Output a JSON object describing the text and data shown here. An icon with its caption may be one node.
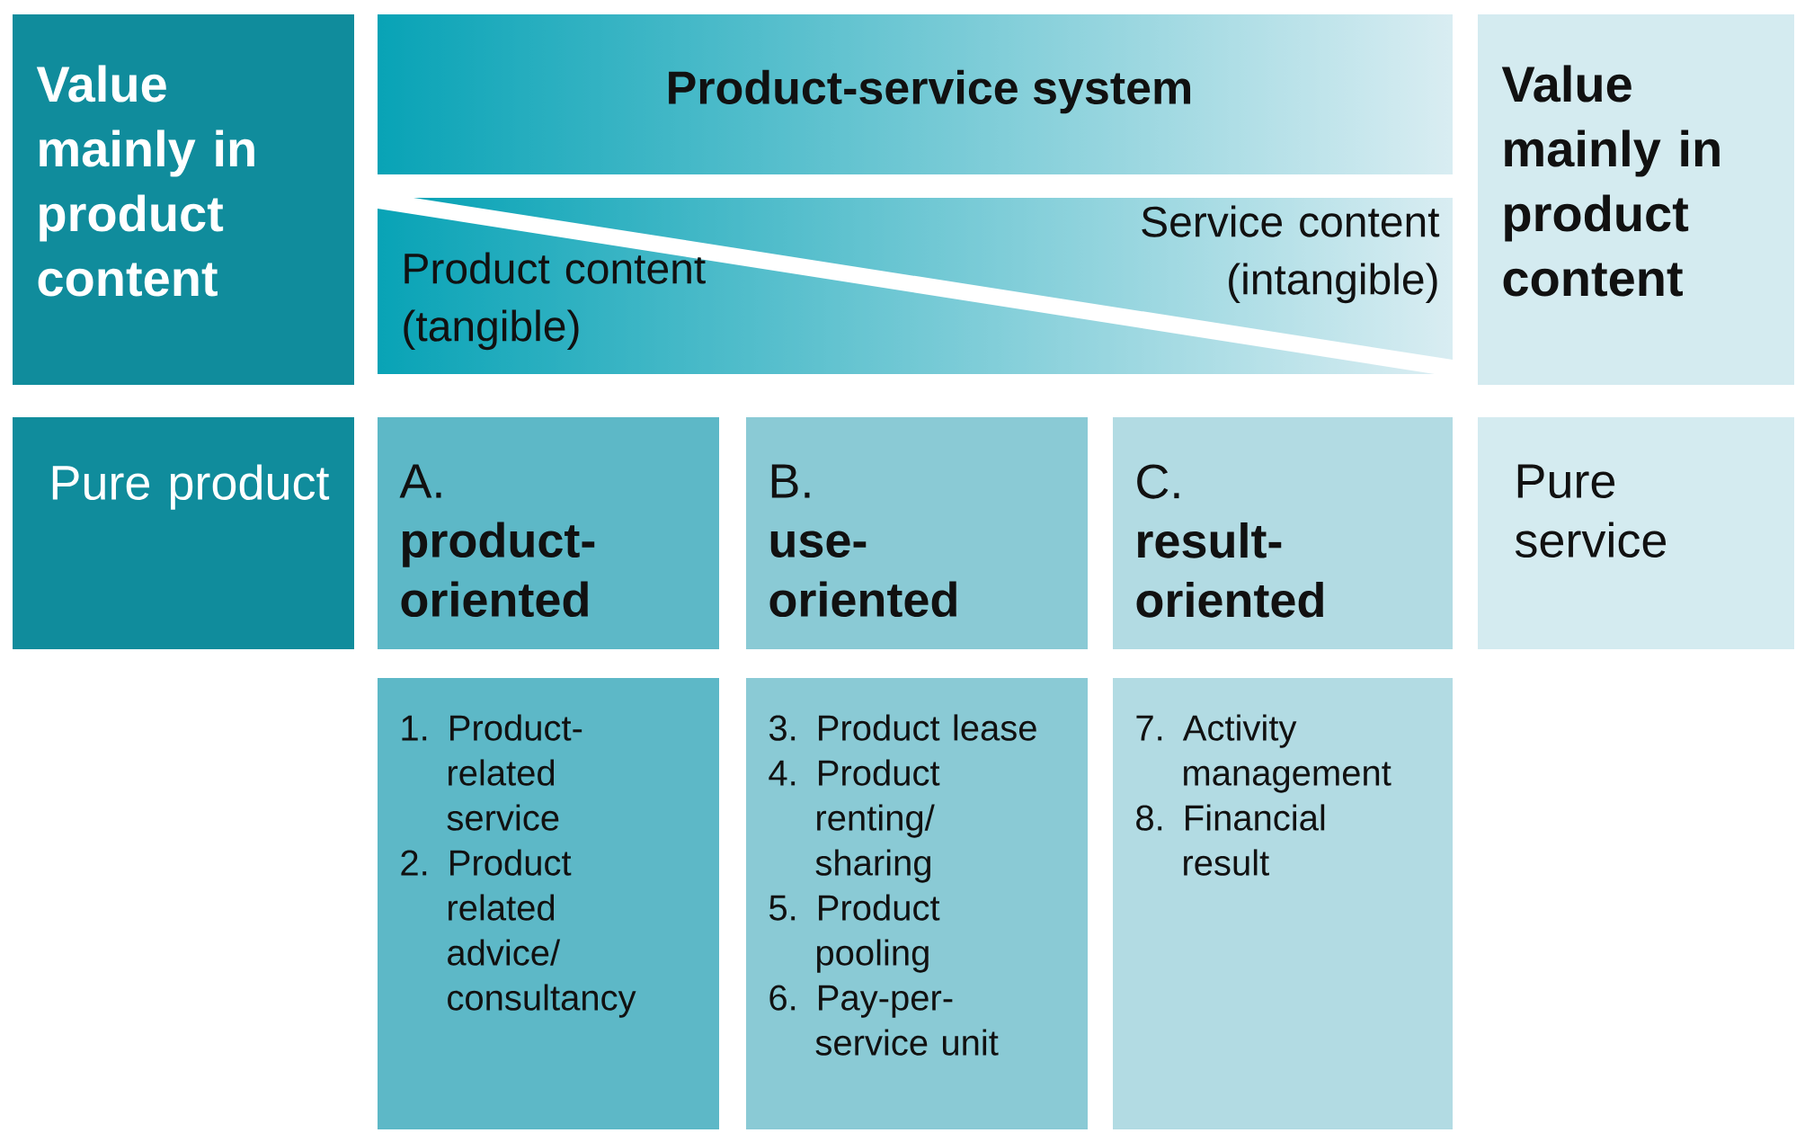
{
  "diagram": {
    "nodes": [
      {
        "text": [
          "Value mainly in product content"
        ]
      },
      {
        "text": [
          "Product-service system"
        ]
      },
      {
        "text": [
          "Product content (tangible)"
        ]
      },
      {
        "text": [
          "Service content (intangible)"
        ]
      },
      {
        "text": [
          "Value mainly in product content"
        ]
      },
      {
        "text": [
          "Pure product"
        ]
      },
      {
        "text": [
          "A.",
          "product-oriented"
        ]
      },
      {
        "text": [
          "B.",
          "use-oriented"
        ]
      },
      {
        "text": [
          "C.",
          "result-oriented"
        ]
      },
      {
        "text": [
          "Pure service"
        ]
      },
      {
        "text": [
          "1. Product-related service",
          "2. Product related advice/ consultancy"
        ]
      },
      {
        "text": [
          "3. Product lease",
          "4. Product renting/ sharing",
          "5. Product pooling",
          "6. Pay-per-service unit"
        ]
      },
      {
        "text": [
          "7. Activity management",
          "8. Financial result"
        ]
      }
    ]
  }
}
